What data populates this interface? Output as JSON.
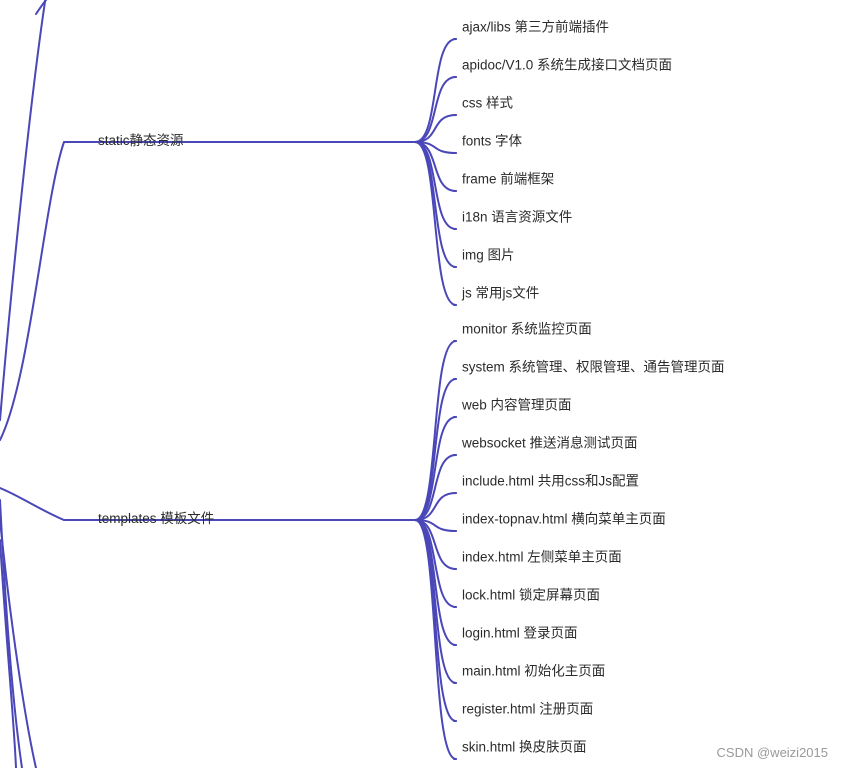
{
  "groups": [
    {
      "label": "static静态资源",
      "children": [
        "ajax/libs 第三方前端插件",
        "apidoc/V1.0 系统生成接口文档页面",
        "css 样式",
        "fonts 字体",
        "frame 前端框架",
        "i18n 语言资源文件",
        "img 图片",
        "js 常用js文件"
      ]
    },
    {
      "label": "templates 模板文件",
      "children": [
        "monitor 系统监控页面",
        "system 系统管理、权限管理、通告管理页面",
        "web 内容管理页面",
        "websocket 推送消息测试页面",
        "include.html 共用css和Js配置",
        "index-topnav.html 横向菜单主页面",
        "index.html 左侧菜单主页面",
        "lock.html 锁定屏幕页面",
        "login.html 登录页面",
        "main.html 初始化主页面",
        "register.html 注册页面",
        "skin.html 换皮肤页面"
      ]
    }
  ],
  "watermark": "CSDN @weizi2015",
  "colors": {
    "edge": "#4a47b8",
    "text": "#2b2b2b"
  }
}
